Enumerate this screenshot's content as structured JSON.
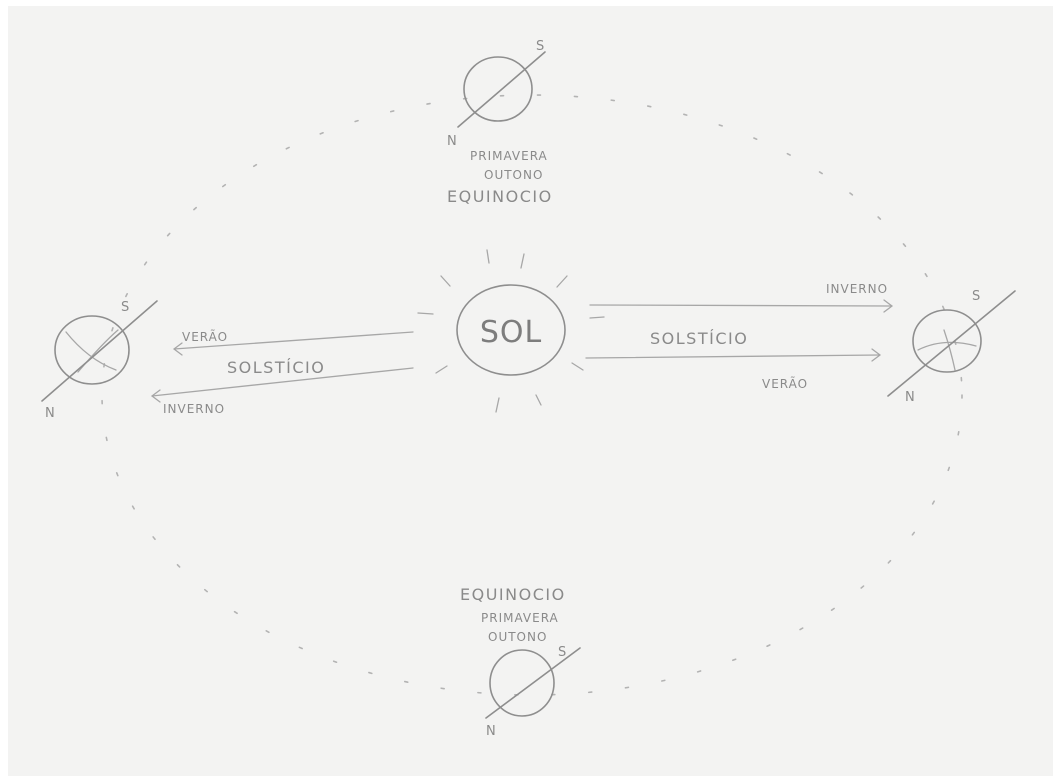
{
  "sun_label": "SOL",
  "top_position": {
    "axis_south": "S",
    "axis_north": "N",
    "season_1": "PRIMAVERA",
    "season_2": "OUTONO",
    "event": "EQUINOCIO"
  },
  "bottom_position": {
    "axis_south": "S",
    "axis_north": "N",
    "event": "EQUINOCIO",
    "season_1": "PRIMAVERA",
    "season_2": "OUTONO"
  },
  "left_position": {
    "axis_south": "S",
    "axis_north": "N",
    "upper_arrow": "VERÃO",
    "event": "SOLSTÍCIO",
    "lower_arrow": "INVERNO"
  },
  "right_position": {
    "axis_south": "S",
    "axis_north": "N",
    "upper_arrow": "INVERNO",
    "event": "SOLSTÍCIO",
    "lower_arrow": "VERÃO"
  },
  "colors": {
    "paper": "#f3f3f2",
    "pencil": "#8a8a8a"
  }
}
